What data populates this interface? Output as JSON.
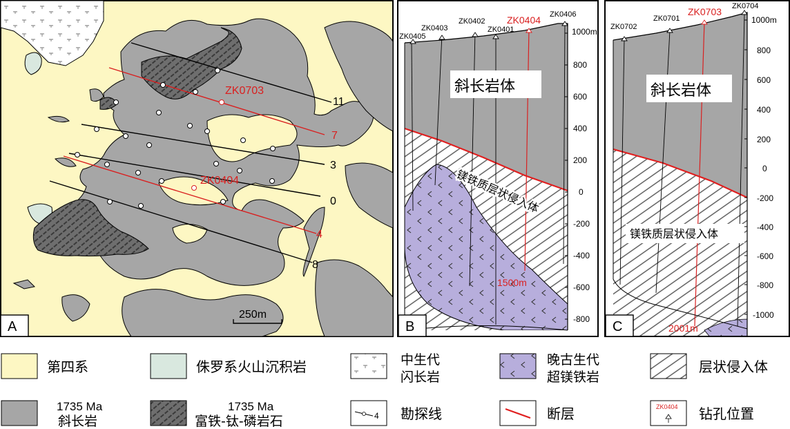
{
  "panel_a": {
    "label": "A",
    "scale": "250m",
    "lines": [
      {
        "label": "11"
      },
      {
        "label": "7"
      },
      {
        "label": "3"
      },
      {
        "label": "0"
      },
      {
        "label": "4"
      },
      {
        "label": "8"
      }
    ],
    "drill_labels": [
      "ZK0703",
      "ZK0404"
    ]
  },
  "panel_b": {
    "label": "B",
    "drills": [
      "ZK0405",
      "ZK0403",
      "ZK0402",
      "ZK0401",
      "ZK0404",
      "ZK0406"
    ],
    "elevation_ticks": [
      "1000m",
      "800",
      "600",
      "400",
      "200",
      "0",
      "-200",
      "-400",
      "-600",
      "-800"
    ],
    "rock_upper": "斜长岩体",
    "rock_lower": "镁铁质层状侵入体",
    "depth": "1500m"
  },
  "panel_c": {
    "label": "C",
    "drills": [
      "ZK0702",
      "ZK0701",
      "ZK0703",
      "ZK0704"
    ],
    "elevation_ticks": [
      "1000m",
      "800",
      "600",
      "400",
      "200",
      "0",
      "-200",
      "-400",
      "-600",
      "-800",
      "-1000"
    ],
    "rock_upper": "斜长岩体",
    "rock_lower": "镁铁质层状侵入体",
    "depth": "2001m"
  },
  "legend": {
    "quaternary": "第四系",
    "jurassic": "侏罗系火山沉积岩",
    "mesozoic_1": "中生代",
    "mesozoic_2": "闪长岩",
    "paleozoic_1": "晚古生代",
    "paleozoic_2": "超镁铁岩",
    "layered": "层状侵入体",
    "anorthosite_1": "1735 Ma",
    "anorthosite_2": "斜长岩",
    "fe_ti_p_1": "1735 Ma",
    "fe_ti_p_2": "富铁-钛-磷岩石",
    "survey_line": "勘探线",
    "survey_sample": "4",
    "fault": "断层",
    "drill_position": "钻孔位置",
    "drill_sample": "ZK0404"
  },
  "colors": {
    "quaternary": "#fdf7c3",
    "jurassic": "#d9e8df",
    "anorthosite": "#a6a6a6",
    "ultramafic": "#b7aedc",
    "fault": "#e02020",
    "drill_red": "#d92020"
  }
}
